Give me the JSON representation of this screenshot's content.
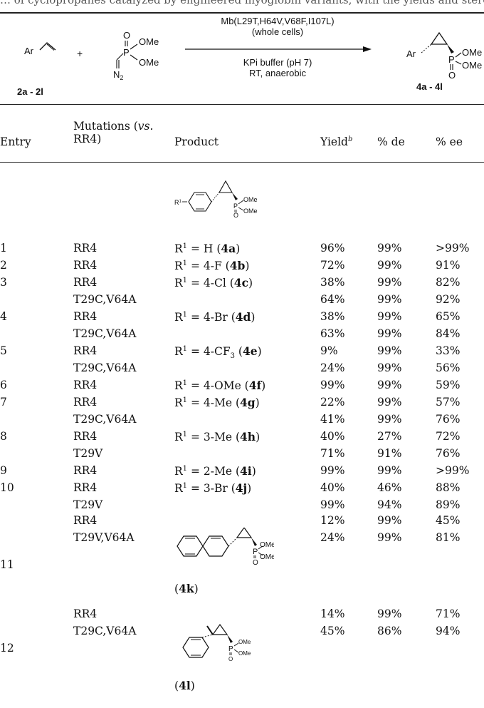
{
  "caption_fragment": "… of cyclopropanes catalyzed by engineered myoglobin variants, with the yields and stereoselectivities given …",
  "scheme": {
    "reactant1_label": "Ar",
    "plus": "+",
    "reagent_atoms": {
      "O": "O",
      "P": "P",
      "OMe1": "OMe",
      "OMe2": "OMe",
      "N2": "N",
      "N2sub": "2"
    },
    "catalyst_line1": "Mb(L29T,H64V,V68F,I107L)",
    "catalyst_line2": "(whole cells)",
    "condition_line1": "KPi buffer (pH 7)",
    "condition_line2": "RT, anaerobic",
    "product_ar": "Ar",
    "product_atoms": {
      "P": "P",
      "O": "O",
      "OMe1": "OMe",
      "OMe2": "OMe"
    },
    "substrates_label": "2a - 2l",
    "products_label": "4a - 4l"
  },
  "table": {
    "headers": {
      "entry": "Entry",
      "mutations_line1": "Mutations (",
      "mutations_vs": "vs.",
      "mutations_line2": "RR4)",
      "product": "Product",
      "yield": "Yield",
      "yield_sup": "b",
      "de": "% de",
      "ee": "% ee"
    },
    "generic_structure_atoms": {
      "R1": "R",
      "R1sup": "1",
      "OMe1": "OMe",
      "OMe2": "OMe",
      "P": "P",
      "O": "O"
    },
    "rows": [
      {
        "entry": "1",
        "mutations": "RR4",
        "product_prefix": "R",
        "product_sup": "1",
        "product_eq": " = H (",
        "product_code": "4a",
        "product_close": ")",
        "yield": "96%",
        "de": "99%",
        "ee": ">99%"
      },
      {
        "entry": "2",
        "mutations": "RR4",
        "product_prefix": "R",
        "product_sup": "1",
        "product_eq": " = 4-F (",
        "product_code": "4b",
        "product_close": ")",
        "yield": "72%",
        "de": "99%",
        "ee": "91%"
      },
      {
        "entry": "3",
        "mutations": "RR4",
        "product_prefix": "R",
        "product_sup": "1",
        "product_eq": " = 4-Cl (",
        "product_code": "4c",
        "product_close": ")",
        "yield": "38%",
        "de": "99%",
        "ee": "82%"
      },
      {
        "entry": "",
        "mutations": "T29C,V64A",
        "product_prefix": "",
        "product_sup": "",
        "product_eq": "",
        "product_code": "",
        "product_close": "",
        "yield": "64%",
        "de": "99%",
        "ee": "92%"
      },
      {
        "entry": "4",
        "mutations": "RR4",
        "product_prefix": "R",
        "product_sup": "1",
        "product_eq": " = 4-Br (",
        "product_code": "4d",
        "product_close": ")",
        "yield": "38%",
        "de": "99%",
        "ee": "65%"
      },
      {
        "entry": "",
        "mutations": "T29C,V64A",
        "product_prefix": "",
        "product_sup": "",
        "product_eq": "",
        "product_code": "",
        "product_close": "",
        "yield": "63%",
        "de": "99%",
        "ee": "84%"
      },
      {
        "entry": "5",
        "mutations": "RR4",
        "product_prefix": "R",
        "product_sup": "1",
        "product_eq": " = 4-CF",
        "product_sub": "3",
        "product_eq2": " (",
        "product_code": "4e",
        "product_close": ")",
        "yield": "9%",
        "de": "99%",
        "ee": "33%"
      },
      {
        "entry": "",
        "mutations": "T29C,V64A",
        "product_prefix": "",
        "product_sup": "",
        "product_eq": "",
        "product_code": "",
        "product_close": "",
        "yield": "24%",
        "de": "99%",
        "ee": "56%"
      },
      {
        "entry": "6",
        "mutations": "RR4",
        "product_prefix": "R",
        "product_sup": "1",
        "product_eq": " = 4-OMe (",
        "product_code": "4f",
        "product_close": ")",
        "yield": "99%",
        "de": "99%",
        "ee": "59%"
      },
      {
        "entry": "7",
        "mutations": "RR4",
        "product_prefix": "R",
        "product_sup": "1",
        "product_eq": " = 4-Me (",
        "product_code": "4g",
        "product_close": ")",
        "yield": "22%",
        "de": "99%",
        "ee": "57%"
      },
      {
        "entry": "",
        "mutations": "T29C,V64A",
        "product_prefix": "",
        "product_sup": "",
        "product_eq": "",
        "product_code": "",
        "product_close": "",
        "yield": "41%",
        "de": "99%",
        "ee": "76%"
      },
      {
        "entry": "8",
        "mutations": "RR4",
        "product_prefix": "R",
        "product_sup": "1",
        "product_eq": " = 3-Me (",
        "product_code": "4h",
        "product_close": ")",
        "yield": "40%",
        "de": "27%",
        "ee": "72%"
      },
      {
        "entry": "",
        "mutations": "T29V",
        "product_prefix": "",
        "product_sup": "",
        "product_eq": "",
        "product_code": "",
        "product_close": "",
        "yield": "71%",
        "de": "91%",
        "ee": "76%"
      },
      {
        "entry": "9",
        "mutations": "RR4",
        "product_prefix": "R",
        "product_sup": "1",
        "product_eq": " = 2-Me (",
        "product_code": "4i",
        "product_close": ")",
        "yield": "99%",
        "de": "99%",
        "ee": ">99%"
      },
      {
        "entry": "10",
        "mutations": "RR4",
        "product_prefix": "R",
        "product_sup": "1",
        "product_eq": " = 3-Br (",
        "product_code": "4j",
        "product_close": ")",
        "yield": "40%",
        "de": "46%",
        "ee": "88%"
      },
      {
        "entry": "",
        "mutations": "T29V",
        "product_prefix": "",
        "product_sup": "",
        "product_eq": "",
        "product_code": "",
        "product_close": "",
        "yield": "99%",
        "de": "94%",
        "ee": "89%"
      }
    ],
    "entry11": {
      "entry": "11",
      "rows": [
        {
          "mutations": "RR4",
          "yield": "12%",
          "de": "99%",
          "ee": "45%"
        },
        {
          "mutations": "T29V,V64A",
          "yield": "24%",
          "de": "99%",
          "ee": "81%"
        }
      ],
      "struct_atoms": {
        "P": "P",
        "O": "O",
        "OMe1": "OMe",
        "OMe2": "OMe"
      },
      "label_open": "(",
      "label_code": "4k",
      "label_close": ")"
    },
    "entry12": {
      "entry": "12",
      "rows": [
        {
          "mutations": "RR4",
          "yield": "14%",
          "de": "99%",
          "ee": "71%"
        },
        {
          "mutations": "T29C,V64A",
          "yield": "45%",
          "de": "86%",
          "ee": "94%"
        }
      ],
      "struct_atoms": {
        "P": "P",
        "O": "O",
        "OMe1": "OMe",
        "OMe2": "OMe"
      },
      "label_open": "(",
      "label_code": "4l",
      "label_close": ")"
    }
  }
}
